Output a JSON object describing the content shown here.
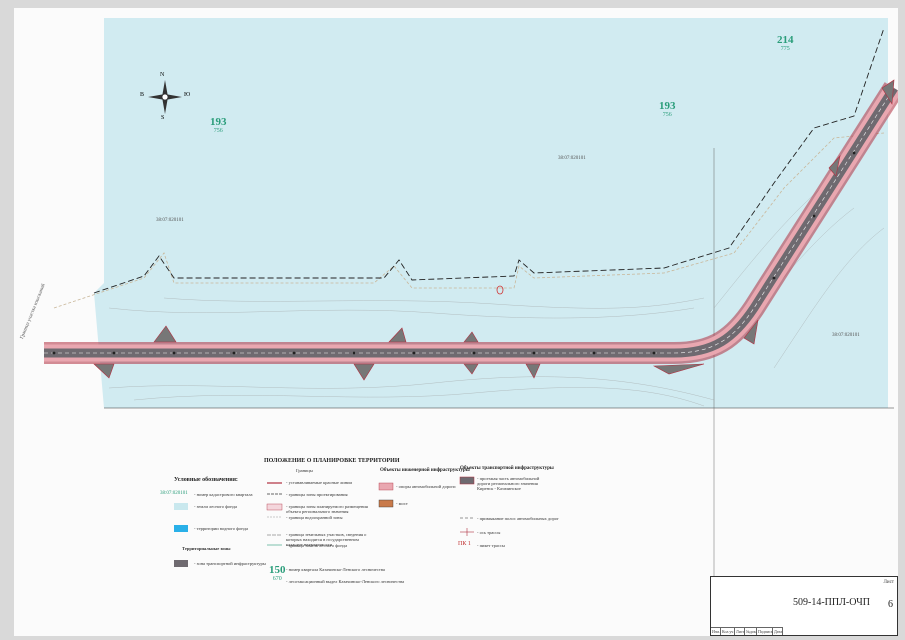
{
  "parcels": [
    {
      "num": "193",
      "sub": "756"
    },
    {
      "num": "193",
      "sub": "756"
    },
    {
      "num": "214",
      "sub": "775"
    },
    {
      "num": "150",
      "sub": "670"
    }
  ],
  "cadastral": [
    "38:07:020101",
    "38:07:020101",
    "38:07:020101"
  ],
  "legend": {
    "title": "Условные обозначения:",
    "items": [
      "- номер кадастрового квартала",
      "- земли лесного фонда",
      "- территории водного фонда",
      "Территориальные зоны",
      "- зона транспортной инфраструктуры"
    ],
    "code_sample": "38:07:020101"
  },
  "planning": {
    "title": "ПОЛОЖЕНИЕ О ПЛАНИРОВКЕ ТЕРРИТОРИИ",
    "subtitle": "Границы",
    "items": [
      "- устанавливаемые красные линии",
      "- границы зоны проектирования",
      "- границы зоны планируемого размещения объекта регионального значения",
      "- граница водоохранной зоны",
      "- граница земельных участков, сведения о которых находятся в государственном кадастре недвижимости",
      "- граница земель лесного фонда",
      "- номер квартала Казачинско-Ленского лесничества",
      "- лесотаксационный выдел Казачинско-Ленского лесничества"
    ]
  },
  "engineering": {
    "title": "Объекты инженерной инфраструктуры",
    "items": [
      "- опоры автомобильной дороги",
      "- мост"
    ]
  },
  "transport": {
    "title": "Объекты транспортной инфраструктуры",
    "items": [
      "- проезжая часть автомобильной дороги регионального значения Киренск - Казачинское",
      "- примыкание полос автомобильных дорог",
      "- ось трассы",
      "- пикет трассы"
    ],
    "pk_label": "ПК 1"
  },
  "title_block": {
    "doc_code": "509-14-ППЛ-ОЧП",
    "sheet_label": "Лист",
    "sheet_no": "6",
    "columns": [
      "Изм.",
      "Кол.уч",
      "Лист",
      "№док.",
      "Подпись",
      "Дата"
    ]
  },
  "compass": {
    "north": "N",
    "south": "S",
    "east": "Ю",
    "west": "В"
  },
  "edge_note": "Граница участка изысканий"
}
